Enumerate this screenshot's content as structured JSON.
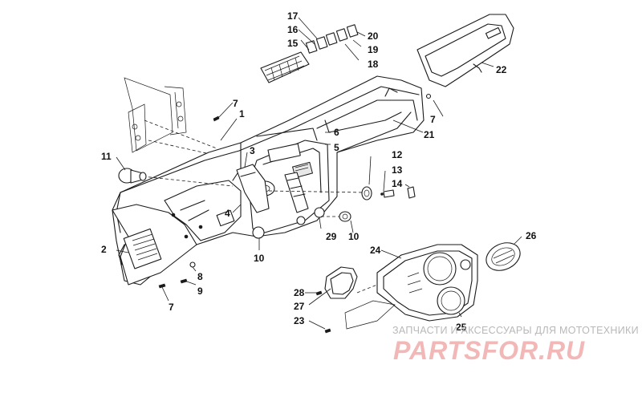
{
  "callouts": {
    "n1": "1",
    "n2": "2",
    "n3": "3",
    "n4": "4",
    "n5": "5",
    "n6": "6",
    "n7a": "7",
    "n7b": "7",
    "n7c": "7",
    "n8": "8",
    "n9": "9",
    "n10a": "10",
    "n10b": "10",
    "n11": "11",
    "n12": "12",
    "n13": "13",
    "n14": "14",
    "n15": "15",
    "n16": "16",
    "n17": "17",
    "n18": "18",
    "n19": "19",
    "n20": "20",
    "n21": "21",
    "n22": "22",
    "n23": "23",
    "n24": "24",
    "n25": "25",
    "n26": "26",
    "n27": "27",
    "n28": "28",
    "n29": "29"
  },
  "watermark": {
    "caption": "ЗАПЧАСТИ И АКСЕССУАРЫ ДЛЯ МОТОТЕХНИКИ",
    "logo": "PARTSFOR.RU",
    "logo_color": "#f2b8b8"
  },
  "colors": {
    "line": "#1a1a1a",
    "background": "#ffffff"
  }
}
